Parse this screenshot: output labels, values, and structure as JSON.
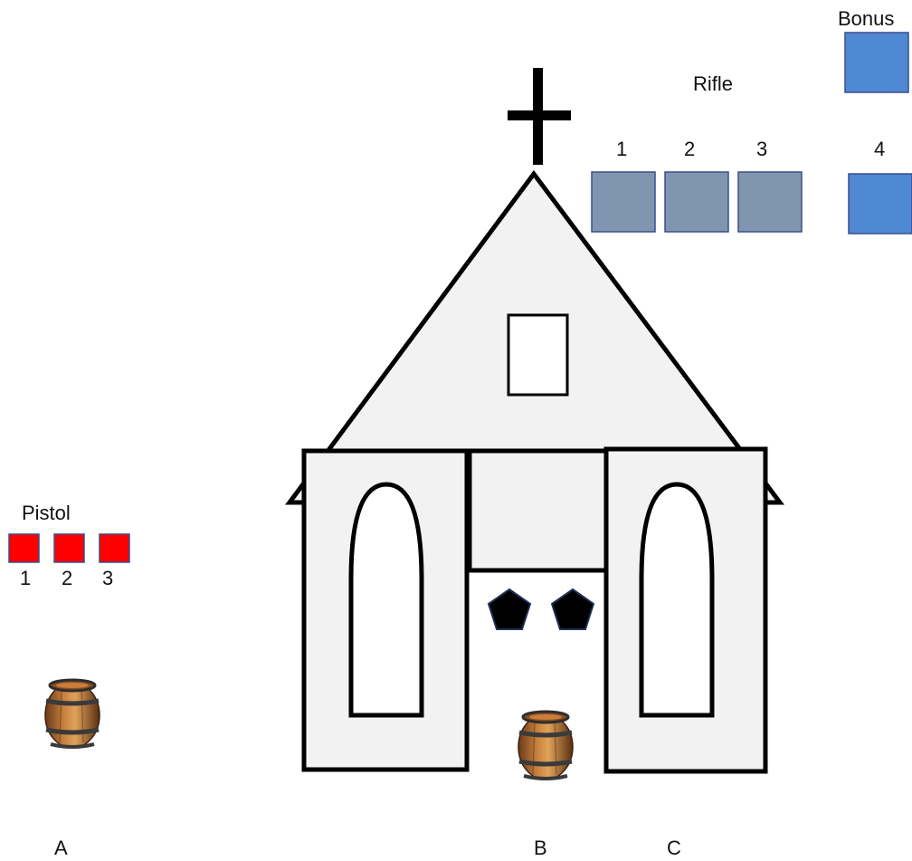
{
  "pistol": {
    "title": "Pistol",
    "slot_labels": [
      "1",
      "2",
      "3"
    ],
    "slot_color": "#ff0000"
  },
  "rifle": {
    "title": "Rifle",
    "slot_labels": [
      "1",
      "2",
      "3",
      "4"
    ],
    "slot_colors": [
      "#8096b0",
      "#8096b0",
      "#8096b0",
      "#4f88d3"
    ]
  },
  "bonus": {
    "title": "Bonus",
    "slot_color": "#4f88d3"
  },
  "positions": {
    "a": "A",
    "b": "B",
    "c": "C"
  },
  "church": {
    "fill": "#f2f2f2",
    "stroke": "#000000"
  }
}
